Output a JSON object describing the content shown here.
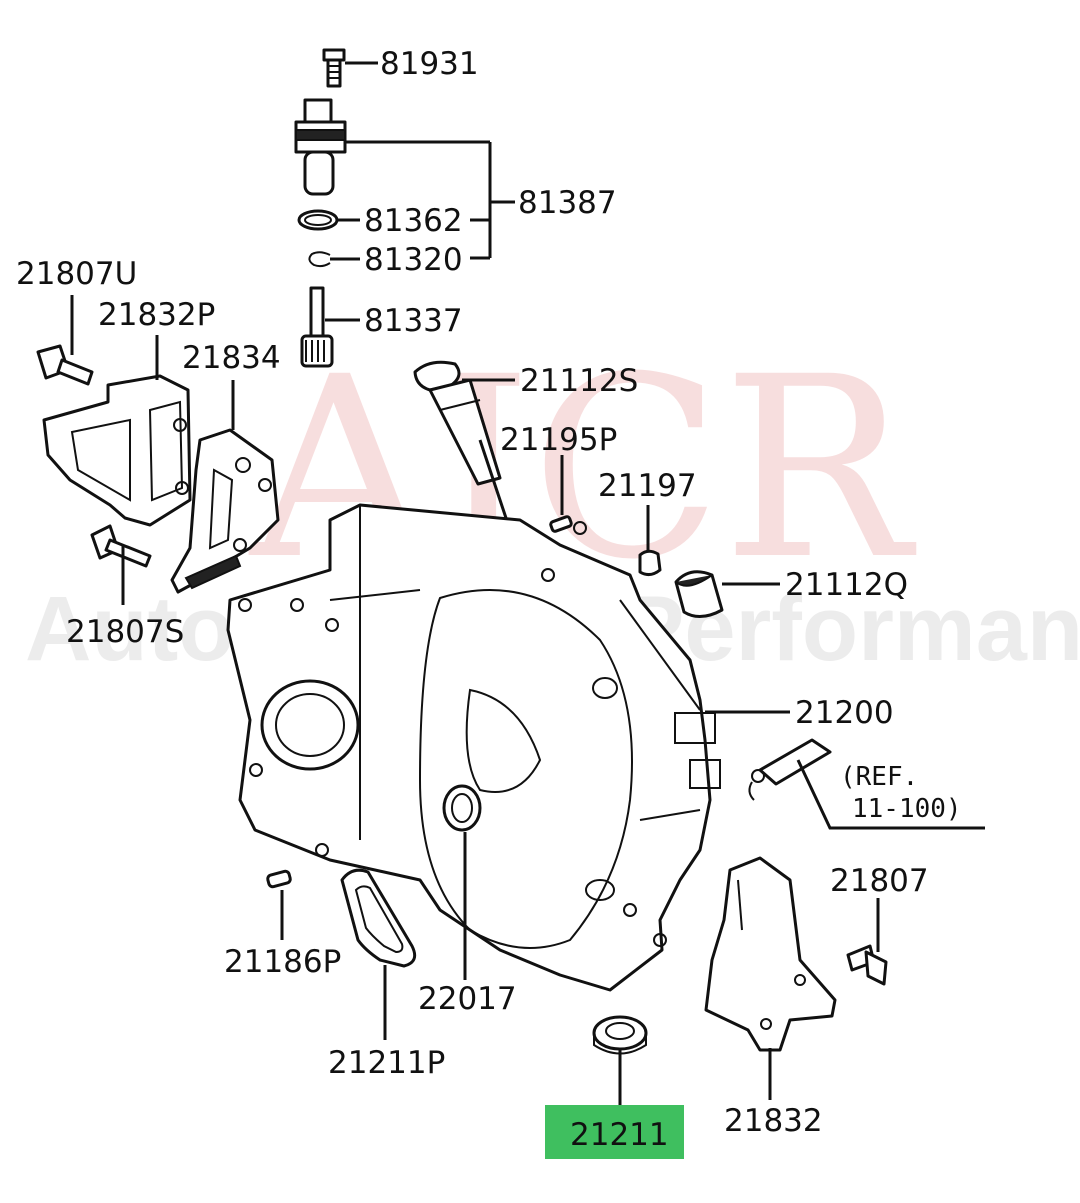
{
  "watermark": {
    "primary": "AJCR",
    "secondary": "Autopower & Performance",
    "color": "#f0bcbc"
  },
  "highlight_color": "#3fbf5f",
  "labels": {
    "p81931": "81931",
    "p81387": "81387",
    "p81362": "81362",
    "p81320": "81320",
    "p81337": "81337",
    "p21807u": "21807U",
    "p21832p": "21832P",
    "p21834": "21834",
    "p21807s": "21807S",
    "p21112s": "21112S",
    "p21195p": "21195P",
    "p21197": "21197",
    "p21112q": "21112Q",
    "p21200": "21200",
    "ref_line1": "(REF.",
    "ref_line2": "11-100)",
    "p21807": "21807",
    "p21186p": "21186P",
    "p22017": "22017",
    "p21211p": "21211P",
    "p21211": "21211",
    "p21832": "21832"
  }
}
